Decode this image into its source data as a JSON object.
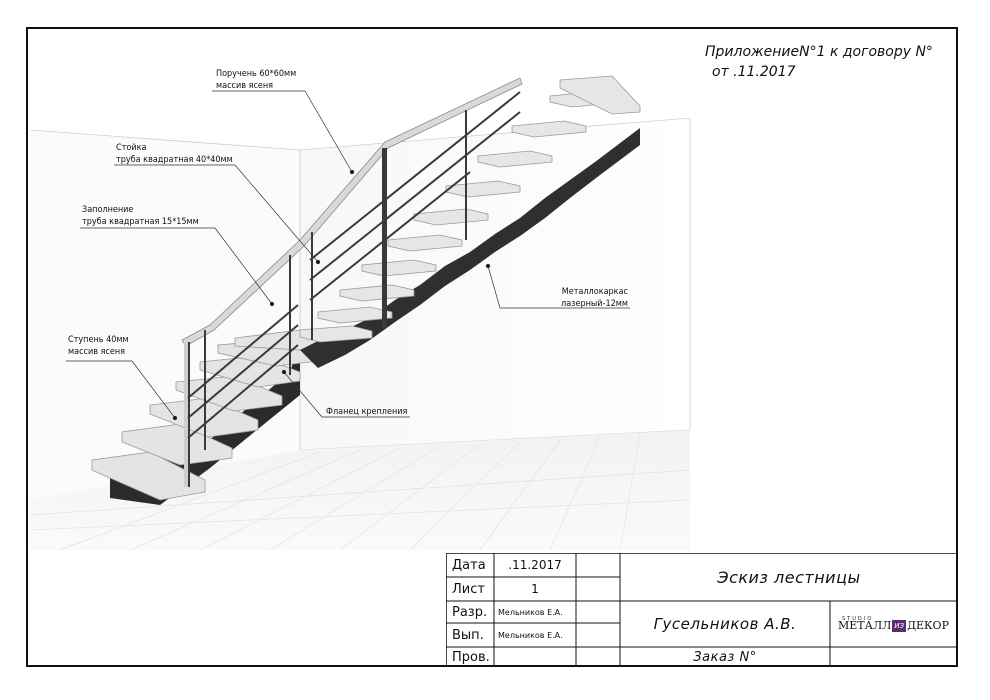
{
  "annex": {
    "line1": "ПриложениеN°1 к договору N°",
    "line2": "от      .11.2017"
  },
  "callouts": {
    "handrail_l1": "Поручень 60*60мм",
    "handrail_l2": "массив ясеня",
    "post_l1": "Стойка",
    "post_l2": "труба квадратная 40*40мм",
    "infill_l1": "Заполнение",
    "infill_l2": "труба квадратная 15*15мм",
    "step_l1": "Ступень 40мм",
    "step_l2": "массив ясеня",
    "frame_l1": "Металлокаркас",
    "frame_l2": "лазерный-12мм",
    "flange": "Фланец крепления"
  },
  "title_block": {
    "date_label": "Дата",
    "date_value": ".11.2017",
    "sheet_label": "Лист",
    "sheet_value": "1",
    "dev_label": "Разр.",
    "dev_value": "Мельников Е.А.",
    "done_label": "Вып.",
    "done_value": "Мельников Е.А.",
    "check_label": "Пров.",
    "drawing_title": "Эскиз лестницы",
    "client": "Гусельников А.В.",
    "order": "Заказ N°",
    "logo_studio": "STUDIO",
    "logo_word1": "МЕТАЛЛ",
    "logo_badge": "ИЗ",
    "logo_word2": "ДЕКОР"
  },
  "colors": {
    "frame_steel": "#2b2b2b",
    "tread": "#e4e4e4",
    "logo_badge": "#5a2d6e"
  }
}
